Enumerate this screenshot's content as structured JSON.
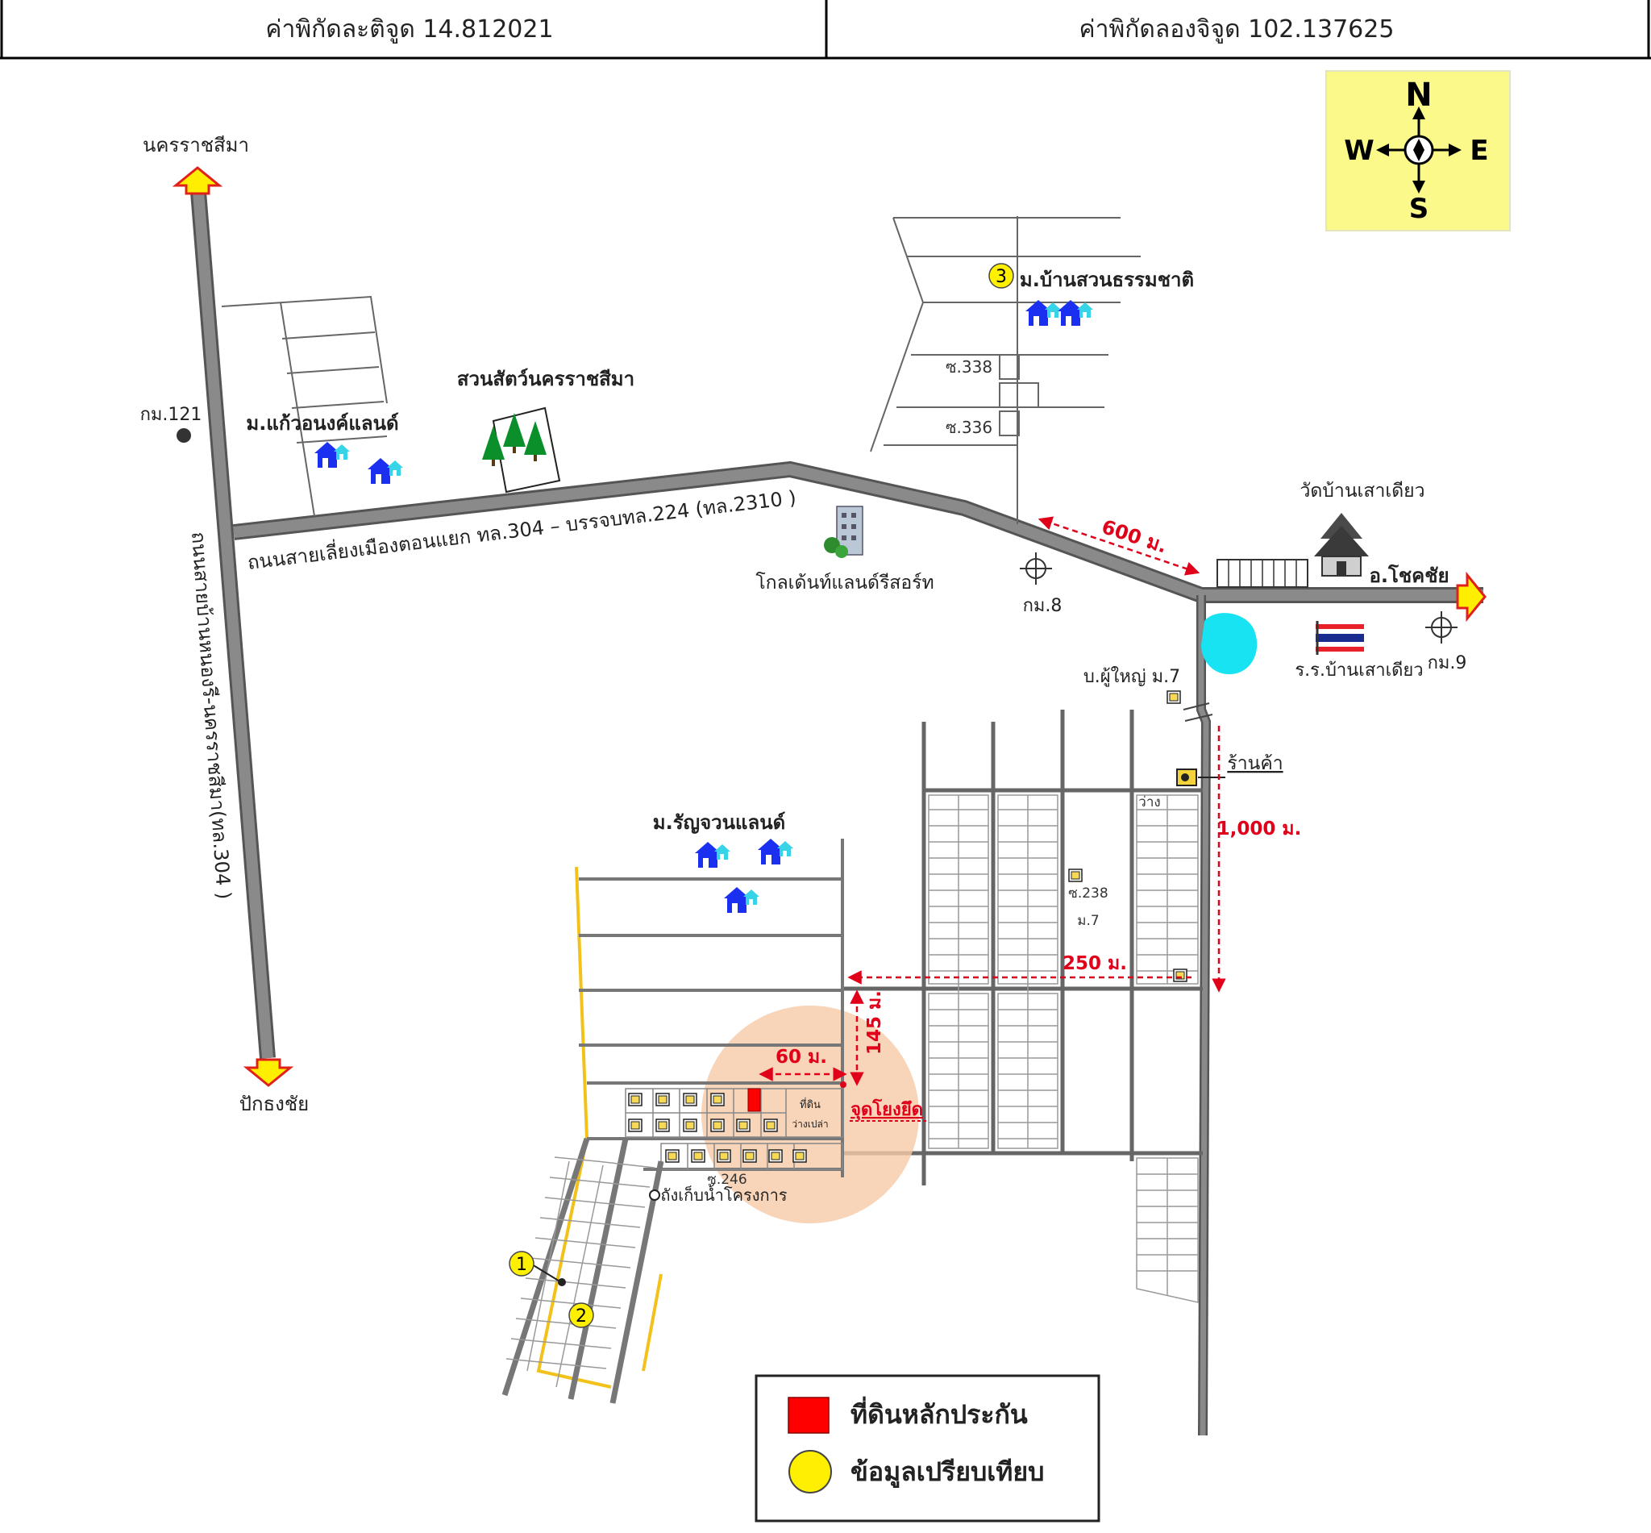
{
  "header": {
    "latitude": "ค่าพิกัดละติจูด 14.812021",
    "longitude": "ค่าพิกัดลองจิจูด 102.137625"
  },
  "compass": {
    "n": "N",
    "s": "S",
    "e": "E",
    "w": "W"
  },
  "destinations": {
    "north": "นครราชสีมา",
    "south": "ปักธงชัย",
    "east": "อ.โชคชัย"
  },
  "roads": {
    "highway_304": "ถนนสายบ้านหนองรี-นครราชสีมา(ทล.304 )",
    "main_road": "ถนนสายเลี่ยงเมืองตอนแยก ทล.304 – บรรจบทล.224 (ทล.2310 )"
  },
  "landmarks": {
    "km121": "กม.121",
    "km8": "กม.8",
    "km9": "กม.9",
    "village_kaew": "ม.แก้วอนงค์แลนด์",
    "zoo": "สวนสัตว์นครราชสีมา",
    "golf": "โกลเด้นท์แลนด์รีสอร์ท",
    "village_suan": "ม.บ้านสวนธรรมชาติ",
    "soi338": "ซ.338",
    "soi336": "ซ.336",
    "temple": "วัดบ้านเสาเดียว",
    "school": "ร.ร.บ้านเสาเดียว",
    "headman": "บ.ผู้ใหญ่ ม.7",
    "shop": "ร้านค้า",
    "village_rat": "ม.รัญจวนแลนด์",
    "soi238": "ซ.238",
    "moo7": "ม.7",
    "vacant": "ว่าง",
    "soi246": "ซ.246",
    "water_tank": "ถังเก็บน้ำโครงการ",
    "lot_label": "ที่ดิน",
    "lot_label2": "ว่างเปล่า",
    "start_point": "จุดโยงยึด"
  },
  "distances": {
    "d600": "600 ม.",
    "d1000": "1,000 ม.",
    "d250": "250 ม.",
    "d145": "145 ม.",
    "d60": "60 ม."
  },
  "markers": {
    "m1": "1",
    "m2": "2",
    "m3": "3"
  },
  "legend": {
    "collateral": "ที่ดินหลักประกัน",
    "comparison": "ข้อมูลเปรียบเทียบ"
  },
  "colors": {
    "road": "#7a7a7a",
    "distance": "#e0001a",
    "house": "#1a2ff0",
    "house_alt": "#37d4e8",
    "marker": "#ffef00",
    "compass_bg": "#fbf98a",
    "circle": "#f6c9a8",
    "collateral": "#ff0000",
    "arrow": "#ffee00"
  }
}
